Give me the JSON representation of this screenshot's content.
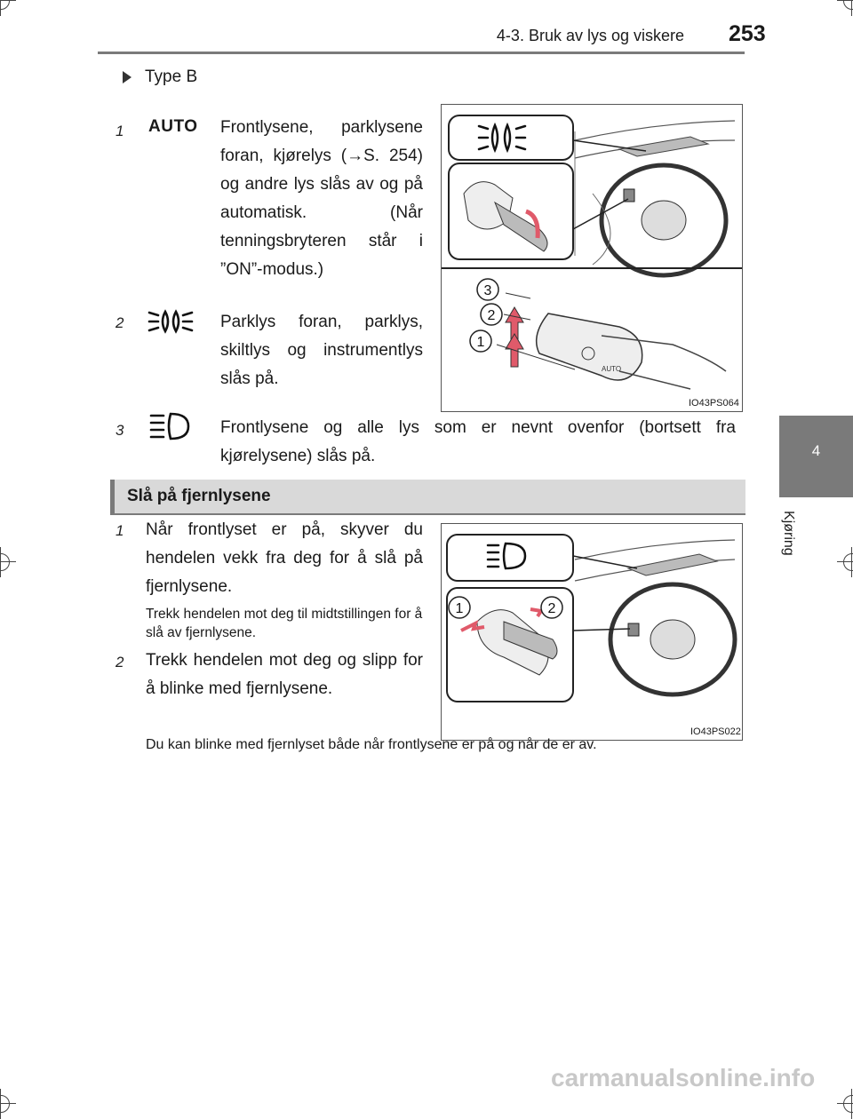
{
  "header": {
    "section": "4-3. Bruk av lys og viskere",
    "page_number": "253"
  },
  "side_tab": {
    "chapter_number": "4",
    "chapter_title": "Kjøring"
  },
  "type_label": "Type B",
  "items_type_b": [
    {
      "number": "1",
      "symbol_label": "AUTO",
      "text": "Frontlysene, parkly­sene foran, kjørelys (→S. 254) og andre lys slås av og på automa­tisk. (Når tenningsbryteren står i ”ON”-modus.)"
    },
    {
      "number": "2",
      "symbol_icon": "parking-light-icon",
      "text": "Parklys foran, parklys, skiltlys og instrument­lys slås på."
    },
    {
      "number": "3",
      "symbol_icon": "headlight-icon",
      "text": "Frontlysene og alle lys som er nevnt ovenfor (bortsett fra kjørelysene) slås på."
    }
  ],
  "figure1": {
    "code": "IO43PS064",
    "markers": [
      "3",
      "2",
      "1"
    ]
  },
  "section": {
    "title": "Slå på fjernlysene",
    "items": [
      {
        "number": "1",
        "text": "Når frontlyset er på, skyver du hendelen vekk fra deg for å slå på fjernlysene.",
        "note": "Trekk hendelen mot deg til midtstil­lingen for å slå av fjernlysene."
      },
      {
        "number": "2",
        "text": "Trekk hendelen mot deg og slipp for å blinke med fjernly­sene."
      }
    ],
    "footnote": "Du kan blinke med fjernlyset både når frontlysene er på og når de er av."
  },
  "figure2": {
    "code": "IO43PS022",
    "markers": [
      "1",
      "2"
    ]
  },
  "watermark": "carmanualsonline.info"
}
